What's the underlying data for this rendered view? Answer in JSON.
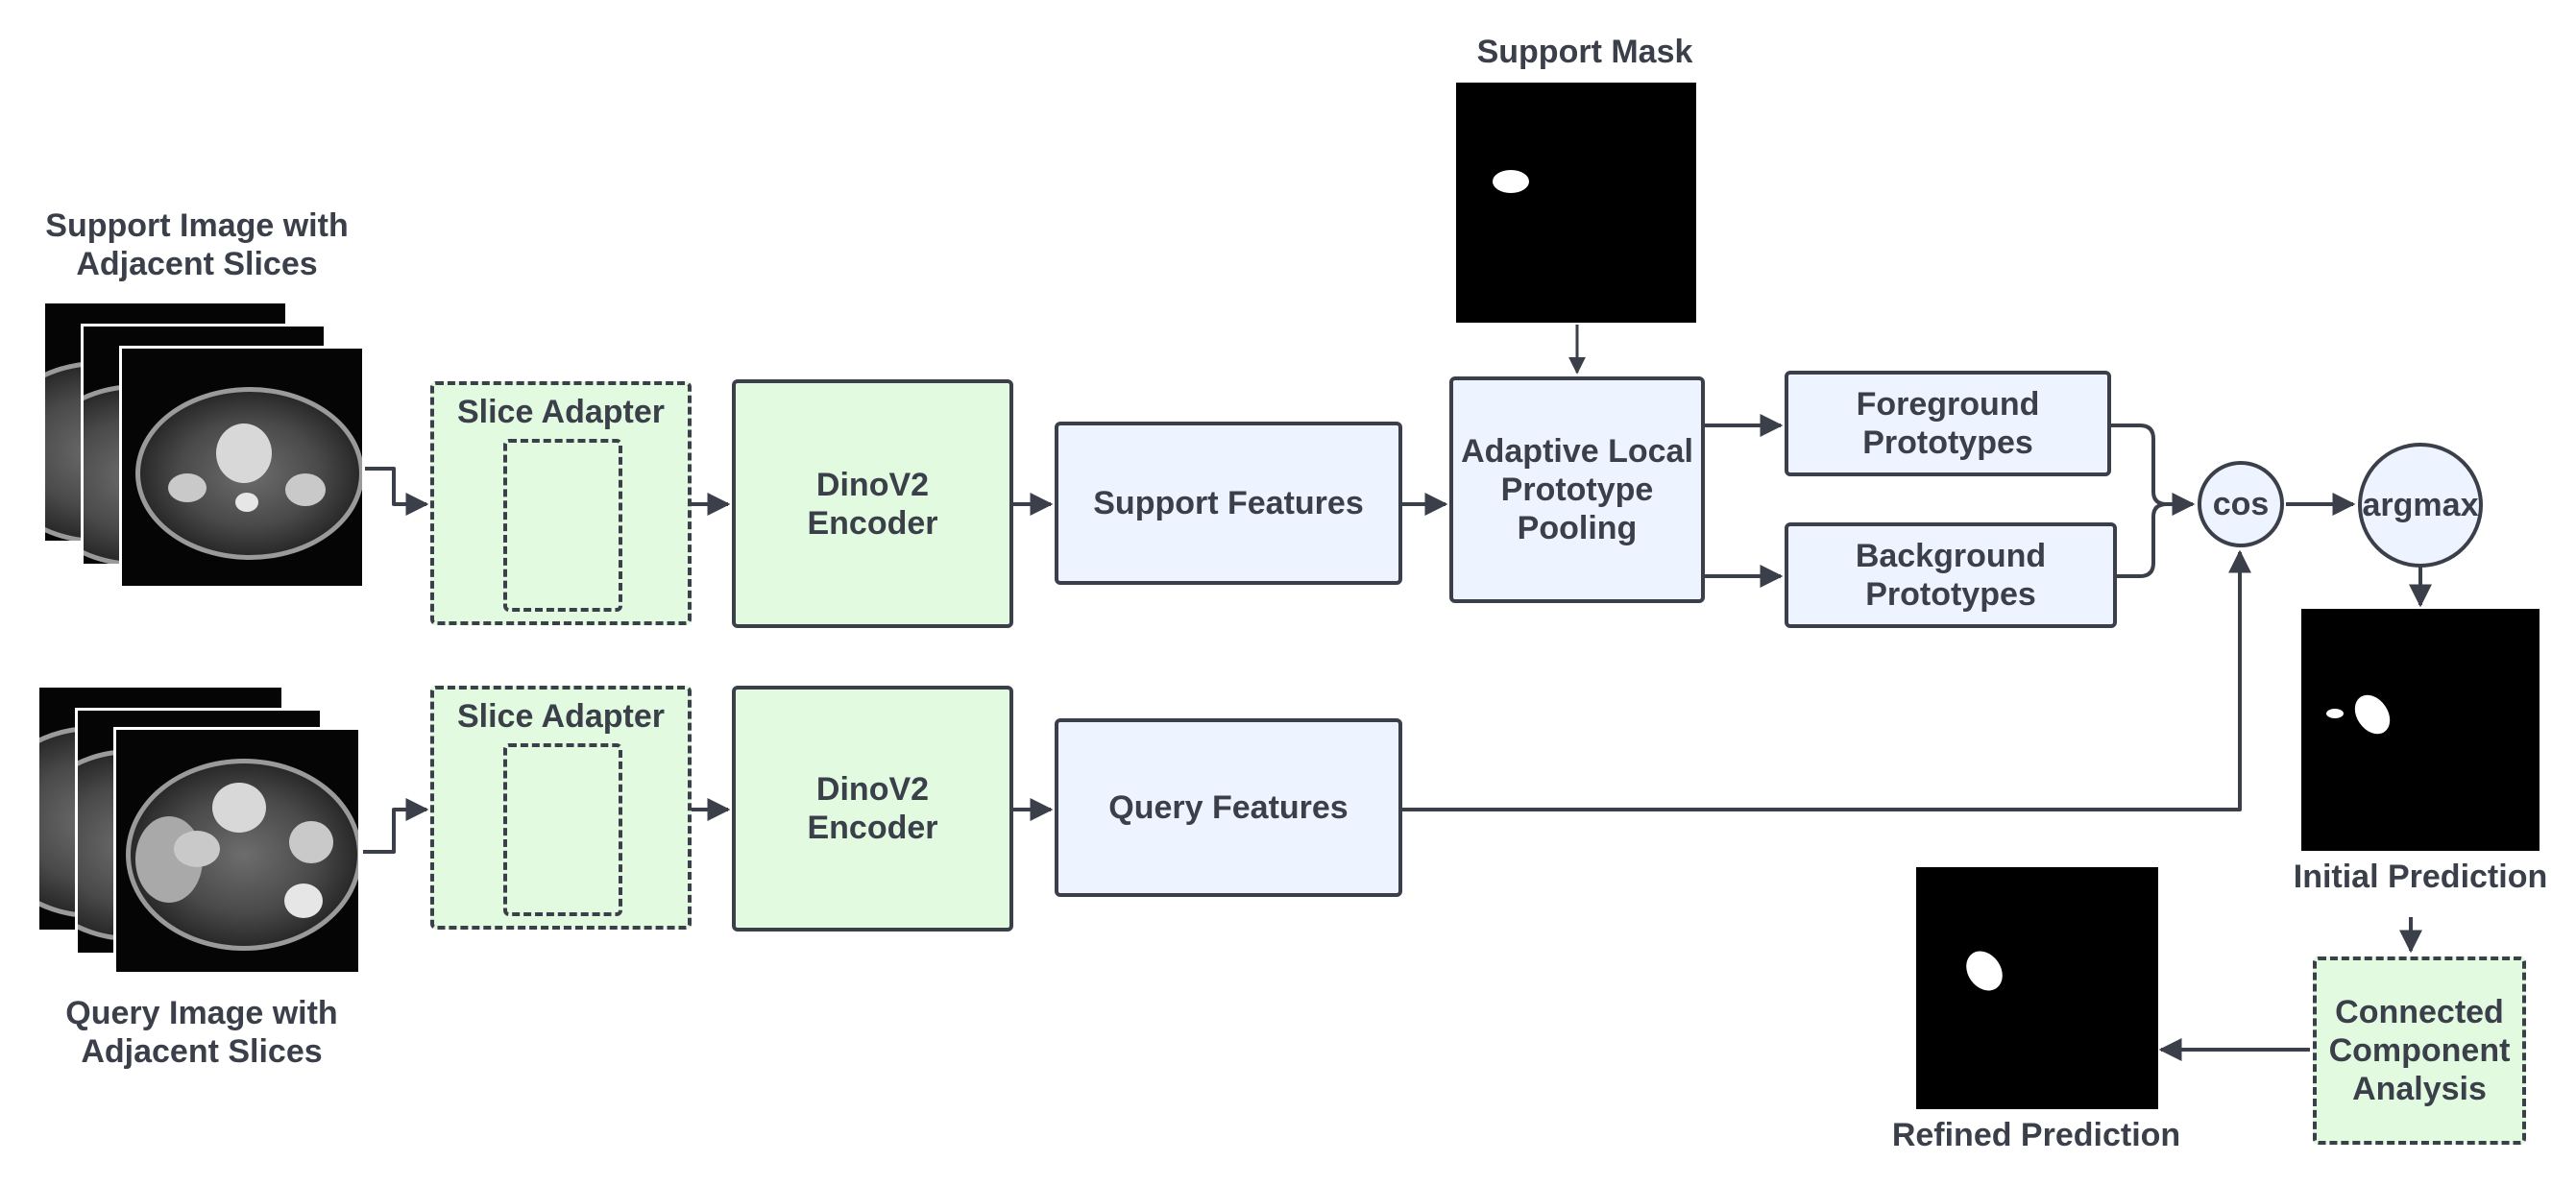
{
  "labels": {
    "support_image": "Support Image with\nAdjacent Slices",
    "query_image": "Query Image with\nAdjacent Slices",
    "support_mask": "Support Mask",
    "initial_prediction": "Initial Prediction",
    "refined_prediction": "Refined Prediction"
  },
  "support_branch": {
    "slice_adapter": "Slice Adapter",
    "encoder": "DinoV2\nEncoder",
    "features": "Support Features",
    "pooling": "Adaptive Local\nPrototype\nPooling",
    "foreground": "Foreground\nPrototypes",
    "background": "Background\nPrototypes"
  },
  "query_branch": {
    "slice_adapter": "Slice Adapter",
    "encoder": "DinoV2\nEncoder",
    "features": "Query Features"
  },
  "ops": {
    "cos": "cos",
    "argmax": "argmax",
    "cca": "Connected\nComponent\nAnalysis"
  },
  "colors": {
    "stroke": "#3a3f4a",
    "blue_fill": "#edf4ff",
    "green_fill": "#e2fae0"
  }
}
